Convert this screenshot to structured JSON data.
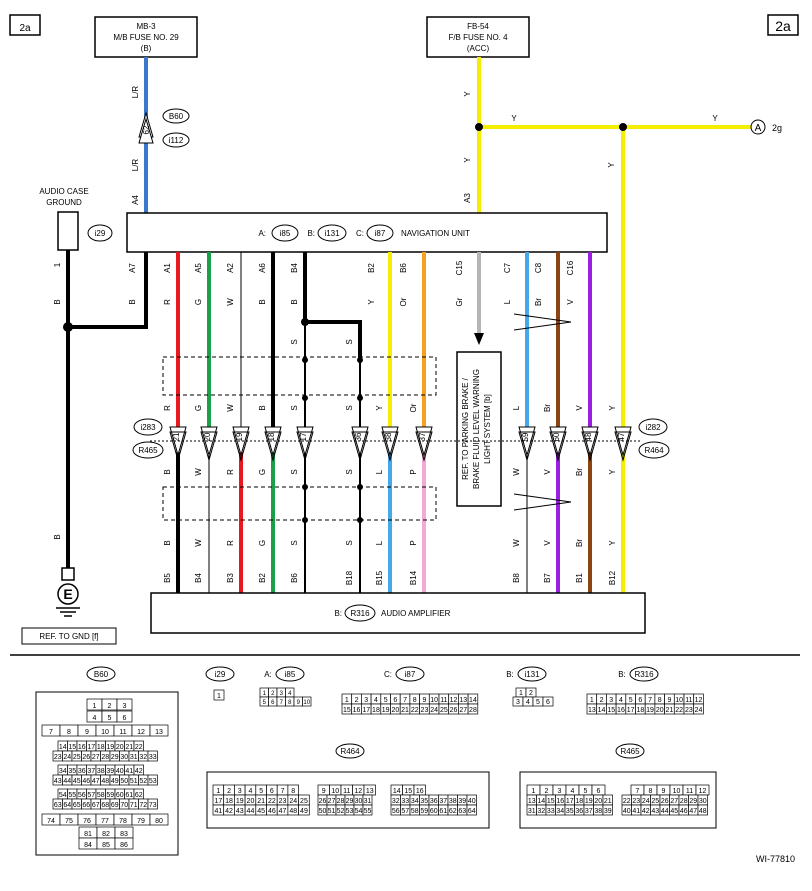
{
  "page": {
    "tag": "2a",
    "figure_id": "WI-77810"
  },
  "fuse_left": {
    "line1": "MB-3",
    "line2": "M/B FUSE NO. 29",
    "line3": "(B)"
  },
  "fuse_right": {
    "line1": "FB-54",
    "line2": "F/B FUSE NO. 4",
    "line3": "(ACC)"
  },
  "top_wires": {
    "lr_color": "L/R",
    "y_color": "Y",
    "inline_pin": "62",
    "b60": "B60",
    "i112": "i112",
    "a4": "A4",
    "a3": "A3",
    "ref_2g_letter": "A",
    "ref_2g_label": "2g"
  },
  "audio_case_ground": {
    "line1": "AUDIO CASE",
    "line2": "GROUND",
    "conn": "i29",
    "pin": "1",
    "wire": "B"
  },
  "nav_unit": {
    "prefix_a": "A:",
    "conn_a": "i85",
    "prefix_b": "B:",
    "conn_b": "i131",
    "prefix_c": "C:",
    "conn_c": "i87",
    "name": "NAVIGATION UNIT"
  },
  "nav_pins": [
    {
      "pin": "A7",
      "color": "B"
    },
    {
      "pin": "A1",
      "color": "R"
    },
    {
      "pin": "A5",
      "color": "G"
    },
    {
      "pin": "A2",
      "color": "W"
    },
    {
      "pin": "A6",
      "color": "B"
    },
    {
      "pin": "B4",
      "color": "B"
    },
    {
      "pin": "B2",
      "color": "Y"
    },
    {
      "pin": "B6",
      "color": "Or"
    },
    {
      "pin": "C15",
      "color": "Gr"
    },
    {
      "pin": "C7",
      "color": "L"
    },
    {
      "pin": "C8",
      "color": "Br"
    },
    {
      "pin": "C16",
      "color": "V"
    }
  ],
  "mid_colors": {
    "shield_s": "S",
    "upper_row": [
      "R",
      "G",
      "W",
      "B",
      "S",
      "S",
      "Y",
      "Or",
      "L",
      "Br",
      "V",
      "Y"
    ],
    "lower_row": [
      "B",
      "W",
      "R",
      "G",
      "S",
      "S",
      "L",
      "P",
      "W",
      "V",
      "Br",
      "Y"
    ],
    "bottom_row": [
      "B",
      "W",
      "R",
      "G",
      "S",
      "S",
      "L",
      "P",
      "W",
      "V",
      "Br",
      "Y"
    ]
  },
  "junction": {
    "left_top": "i283",
    "left_bottom": "R465",
    "right_top": "i282",
    "right_bottom": "R464",
    "pins": [
      "21",
      "20",
      "19",
      "18",
      "17",
      "36",
      "38",
      "37",
      "59",
      "60",
      "48",
      "47"
    ]
  },
  "ref_parking": {
    "line1": "REF. TO PARKING BRAKE /",
    "line2": "BRAKE FLUID LEVEL WARNING",
    "line3": "LIGHT SYSTEM [b]"
  },
  "ground": {
    "wire": "B",
    "symbol": "E",
    "ref": "REF. TO GND [f]"
  },
  "amp": {
    "prefix": "B:",
    "conn": "R316",
    "name": "AUDIO AMPLIFIER",
    "pins": [
      "B5",
      "B4",
      "B3",
      "B2",
      "B6",
      "B18",
      "B15",
      "B14",
      "B8",
      "B7",
      "B1",
      "B12"
    ]
  },
  "connectors": {
    "b60": {
      "title": "B60",
      "rows": [
        [
          "1",
          "2",
          "3"
        ],
        [
          "4",
          "5",
          "6"
        ],
        [
          "7",
          "8",
          "9",
          "10",
          "11",
          "12",
          "13"
        ],
        [
          "14",
          "15",
          "16",
          "17",
          "18",
          "19",
          "20",
          "21",
          "22"
        ],
        [
          "23",
          "24",
          "25",
          "26",
          "27",
          "28",
          "29",
          "30",
          "31",
          "32",
          "33"
        ],
        [
          "34",
          "35",
          "36",
          "37",
          "38",
          "39",
          "40",
          "41",
          "42"
        ],
        [
          "43",
          "44",
          "45",
          "46",
          "47",
          "48",
          "49",
          "50",
          "51",
          "52",
          "53"
        ],
        [
          "54",
          "55",
          "56",
          "57",
          "58",
          "59",
          "60",
          "61",
          "62"
        ],
        [
          "63",
          "64",
          "65",
          "66",
          "67",
          "68",
          "69",
          "70",
          "71",
          "72",
          "73"
        ],
        [
          "74",
          "75",
          "76",
          "77",
          "78",
          "79",
          "80"
        ],
        [
          "81",
          "82",
          "83"
        ],
        [
          "84",
          "85",
          "86"
        ]
      ]
    },
    "i29": {
      "title": "i29",
      "pins": [
        "1"
      ]
    },
    "i85": {
      "prefix": "A:",
      "title": "i85",
      "rows": [
        [
          "1",
          "2",
          "3",
          "4"
        ],
        [
          "5",
          "6",
          "7",
          "8",
          "9",
          "10"
        ]
      ]
    },
    "i87": {
      "prefix": "C:",
      "title": "i87",
      "rows": [
        [
          "1",
          "2",
          "3",
          "4",
          "5",
          "6",
          "7",
          "8",
          "9",
          "10",
          "11",
          "12",
          "13",
          "14"
        ],
        [
          "15",
          "16",
          "17",
          "18",
          "19",
          "20",
          "21",
          "22",
          "23",
          "24",
          "25",
          "26",
          "27",
          "28"
        ]
      ]
    },
    "i131": {
      "prefix": "B:",
      "title": "i131",
      "rows": [
        [
          "1",
          "2"
        ],
        [
          "3",
          "4",
          "5",
          "6"
        ]
      ]
    },
    "r316": {
      "prefix": "B:",
      "title": "R316",
      "rows": [
        [
          "1",
          "2",
          "3",
          "4",
          "5",
          "6",
          "7",
          "8",
          "9",
          "10",
          "11",
          "12"
        ],
        [
          "13",
          "14",
          "15",
          "16",
          "17",
          "18",
          "19",
          "20",
          "21",
          "22",
          "23",
          "24"
        ]
      ]
    },
    "r464": {
      "title": "R464",
      "rows": [
        [
          "1",
          "2",
          "3",
          "4",
          "5",
          "6",
          "7",
          "8",
          "9",
          "10",
          "11",
          "12",
          "13",
          "14",
          "15",
          "16"
        ],
        [
          "17",
          "18",
          "19",
          "20",
          "21",
          "22",
          "23",
          "24",
          "25",
          "26",
          "27",
          "28",
          "29",
          "30",
          "31",
          "32",
          "33",
          "34",
          "35",
          "36",
          "37",
          "38",
          "39",
          "40"
        ],
        [
          "41",
          "42",
          "43",
          "44",
          "45",
          "46",
          "47",
          "48",
          "49",
          "50",
          "51",
          "52",
          "53",
          "54",
          "55",
          "56",
          "57",
          "58",
          "59",
          "60",
          "61",
          "62",
          "63",
          "64"
        ]
      ]
    },
    "r465": {
      "title": "R465",
      "rows": [
        [
          "1",
          "2",
          "3",
          "4",
          "5",
          "6",
          "7",
          "8",
          "9",
          "10",
          "11",
          "12"
        ],
        [
          "13",
          "14",
          "15",
          "16",
          "17",
          "18",
          "19",
          "20",
          "21",
          "22",
          "23",
          "24",
          "25",
          "26",
          "27",
          "28",
          "29",
          "30"
        ],
        [
          "31",
          "32",
          "33",
          "34",
          "35",
          "36",
          "37",
          "38",
          "39",
          "40",
          "41",
          "42",
          "43",
          "44",
          "45",
          "46",
          "47",
          "48"
        ]
      ]
    }
  },
  "colors": {
    "blue": "#3a78c9",
    "yellow": "#f6ee00",
    "red": "#e8191f",
    "green": "#1aa04a",
    "orange": "#f5a020",
    "gray": "#b5b5b5",
    "lightblue": "#45a8e8",
    "brown": "#8b4513",
    "violet": "#9b1fe0",
    "pink": "#f4a8d8",
    "black": "#000000"
  }
}
